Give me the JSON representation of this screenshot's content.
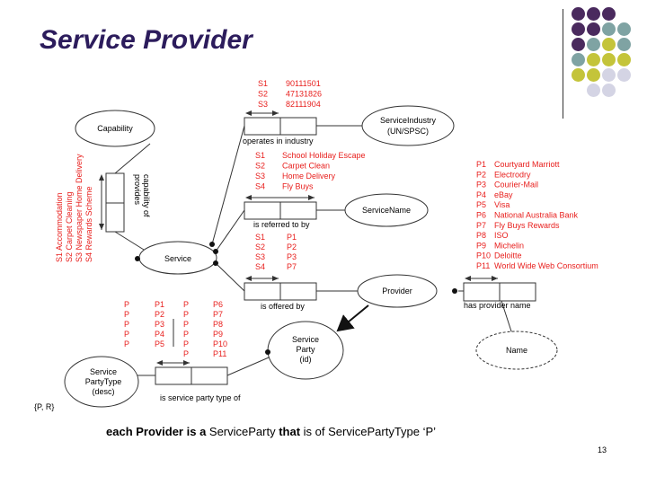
{
  "slide": {
    "title": "Service Provider",
    "page_number": "13",
    "caption": [
      {
        "text": "each Provider ",
        "bold": true
      },
      {
        "text": "is a ",
        "bold": true
      },
      {
        "text": "ServiceParty ",
        "bold": false
      },
      {
        "text": "that ",
        "bold": true
      },
      {
        "text": "is of ServicePartyType ‘P’",
        "bold": false
      }
    ]
  },
  "colors": {
    "title": "#2c1c5c",
    "red_text": "#e8201e",
    "line": "#333333",
    "purple": "#4a2a5e",
    "teal": "#7fa3a3",
    "olive": "#c4c43a",
    "lavender": "#d4d4e4"
  },
  "decor_dots": [
    [
      "purple",
      "purple",
      "purple",
      "none"
    ],
    [
      "purple",
      "purple",
      "teal",
      "teal"
    ],
    [
      "purple",
      "teal",
      "olive",
      "teal"
    ],
    [
      "teal",
      "olive",
      "olive",
      "olive"
    ],
    [
      "olive",
      "olive",
      "lavender",
      "lavender"
    ],
    [
      "none",
      "lavender",
      "lavender",
      "none"
    ]
  ],
  "entities": {
    "capability": "Capability",
    "service_industry": [
      "ServiceIndustry",
      "(UN/SPSC)"
    ],
    "service_name": "ServiceName",
    "service": "Service",
    "provider": "Provider",
    "name": "Name",
    "service_party": [
      "Service",
      "Party",
      "(id)"
    ],
    "service_party_type": [
      "Service",
      "PartyType",
      "(desc)"
    ]
  },
  "facts": {
    "operates_in_industry": "operates in industry",
    "is_referred_to_by": "is referred to by",
    "is_offered_by": "is offered by",
    "provides_capability_of": [
      "provides",
      "capability of"
    ],
    "has_provider_name": "has provider name",
    "is_service_party_type_of": "is service party type of"
  },
  "constraint": "{P, R}",
  "populations": {
    "industry": {
      "ids": [
        "S1",
        "S2",
        "S3"
      ],
      "values": [
        "90111501",
        "47131826",
        "82111904"
      ]
    },
    "service_names": {
      "ids": [
        "S1",
        "S2",
        "S3",
        "S4"
      ],
      "values": [
        "School Holiday Escape",
        "Carpet Clean",
        "Home Delivery",
        "Fly Buys"
      ]
    },
    "offered_by": {
      "ids": [
        "S1",
        "S2",
        "S3",
        "S4"
      ],
      "values": [
        "P1",
        "P2",
        "P3",
        "P7"
      ]
    },
    "capability": [
      "S1  Accommodation",
      "S2  Carpet Cleaning",
      "S3  Newspaper Home Delivery",
      "S4  Rewards Scheme"
    ],
    "provider_names": {
      "ids": [
        "P1",
        "P2",
        "P3",
        "P4",
        "P5",
        "P6",
        "P7",
        "P8",
        "P9",
        "P10",
        "P11"
      ],
      "values": [
        "Courtyard Marriott",
        "Electrodry",
        "Courier-Mail",
        "eBay",
        "Visa",
        "National Australia Bank",
        "Fly Buys Rewards",
        "ISO",
        "Michelin",
        "Deloitte",
        "World Wide Web Consortium"
      ]
    },
    "party_type_1": {
      "types": [
        "P",
        "P",
        "P",
        "P",
        "P"
      ],
      "ids": [
        "P1",
        "P2",
        "P3",
        "P4",
        "P5"
      ]
    },
    "party_type_2": {
      "types": [
        "P",
        "P",
        "P",
        "P",
        "P",
        "P"
      ],
      "ids": [
        "P6",
        "P7",
        "P8",
        "P9",
        "P10",
        "P11"
      ]
    }
  }
}
